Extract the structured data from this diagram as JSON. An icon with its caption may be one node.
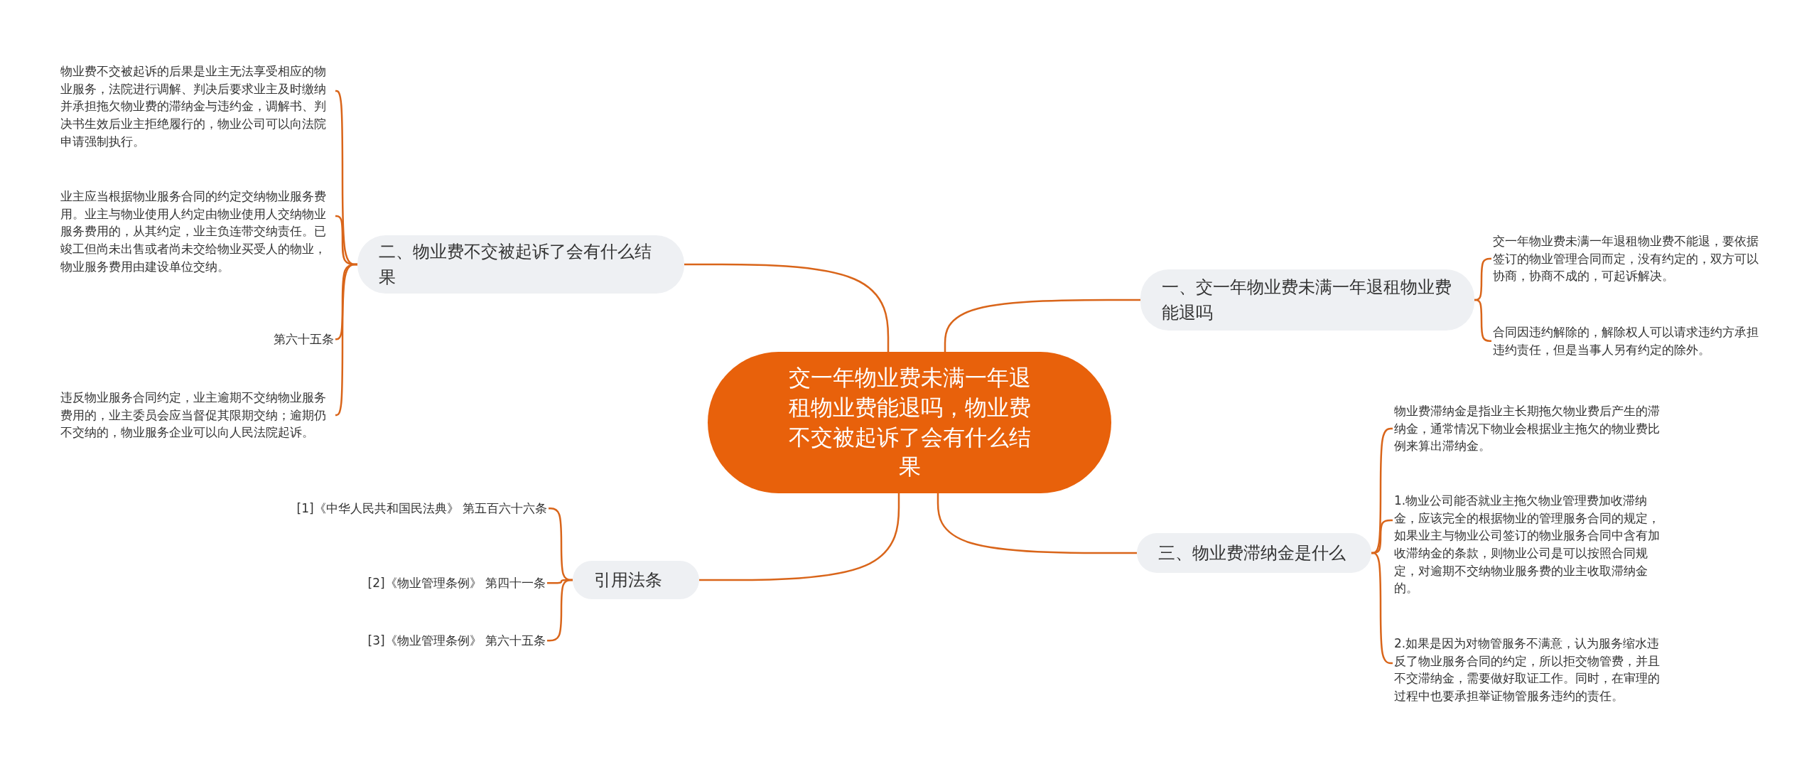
{
  "diagram": {
    "nodes": [
      {
        "text": [
          "交一年物业费未满一年退租物业费能退吗，物业费不交被起诉了会有什么结果"
        ]
      },
      {
        "text": [
          "一、交一年物业费未满一年退租物业费能退吗"
        ]
      },
      {
        "text": [
          "交一年物业费未满一年退租物业费不能退，要依据签订的物业管理合同而定，没有约定的，双方可以协商，协商不成的，可起诉解决。"
        ]
      },
      {
        "text": [
          "合同因违约解除的，解除权人可以请求违约方承担违约责任，但是当事人另有约定的除外。"
        ]
      },
      {
        "text": [
          "二、物业费不交被起诉了会有什么结果"
        ]
      },
      {
        "text": [
          "物业费不交被起诉的后果是业主无法享受相应的物业服务，法院进行调解、判决后要求业主及时缴纳并承担拖欠物业费的滞纳金与违约金，调解书、判决书生效后业主拒绝履行的，物业公司可以向法院申请强制执行。"
        ]
      },
      {
        "text": [
          "业主应当根据物业服务合同的约定交纳物业服务费用。业主与物业使用人约定由物业使用人交纳物业服务费用的，从其约定，业主负连带交纳责任。已竣工但尚未出售或者尚未交给物业买受人的物业，物业服务费用由建设单位交纳。"
        ]
      },
      {
        "text": [
          "第六十五条"
        ]
      },
      {
        "text": [
          "违反物业服务合同约定，业主逾期不交纳物业服务费用的，业主委员会应当督促其限期交纳；逾期仍不交纳的，物业服务企业可以向人民法院起诉。"
        ]
      },
      {
        "text": [
          "三、物业费滞纳金是什么"
        ]
      },
      {
        "text": [
          "物业费滞纳金是指业主长期拖欠物业费后产生的滞纳金，通常情况下物业会根据业主拖欠的物业费比例来算出滞纳金。"
        ]
      },
      {
        "text": [
          "1.物业公司能否就业主拖欠物业管理费加收滞纳金，应该完全的根据物业的管理服务合同的规定，如果业主与物业公司签订的物业服务合同中含有加收滞纳金的条款，则物业公司是可以按照合同规定，对逾期不交纳物业服务费的业主收取滞纳金的。"
        ]
      },
      {
        "text": [
          "2.如果是因为对物管服务不满意，认为服务缩水违反了物业服务合同的约定，所以拒交物管费，并且不交滞纳金，需要做好取证工作。同时，在审理的过程中也要承担举证物管服务违约的责任。"
        ]
      },
      {
        "text": [
          "引用法条"
        ]
      },
      {
        "text": [
          "[1]《中华人民共和国民法典》 第五百六十六条"
        ]
      },
      {
        "text": [
          "[2]《物业管理条例》 第四十一条"
        ]
      },
      {
        "text": [
          "[3]《物业管理条例》 第六十五条"
        ]
      }
    ],
    "edges": [
      {
        "from": 0,
        "to": 1,
        "arrow": "none"
      },
      {
        "from": 1,
        "to": 2,
        "arrow": "none"
      },
      {
        "from": 1,
        "to": 3,
        "arrow": "none"
      },
      {
        "from": 0,
        "to": 4,
        "arrow": "none"
      },
      {
        "from": 4,
        "to": 5,
        "arrow": "none"
      },
      {
        "from": 4,
        "to": 6,
        "arrow": "none"
      },
      {
        "from": 4,
        "to": 7,
        "arrow": "none"
      },
      {
        "from": 4,
        "to": 8,
        "arrow": "none"
      },
      {
        "from": 0,
        "to": 9,
        "arrow": "none"
      },
      {
        "from": 9,
        "to": 10,
        "arrow": "none"
      },
      {
        "from": 9,
        "to": 11,
        "arrow": "none"
      },
      {
        "from": 9,
        "to": 12,
        "arrow": "none"
      },
      {
        "from": 0,
        "to": 13,
        "arrow": "none"
      },
      {
        "from": 13,
        "to": 14,
        "arrow": "none"
      },
      {
        "from": 13,
        "to": 15,
        "arrow": "none"
      },
      {
        "from": 13,
        "to": 16,
        "arrow": "none"
      }
    ]
  }
}
